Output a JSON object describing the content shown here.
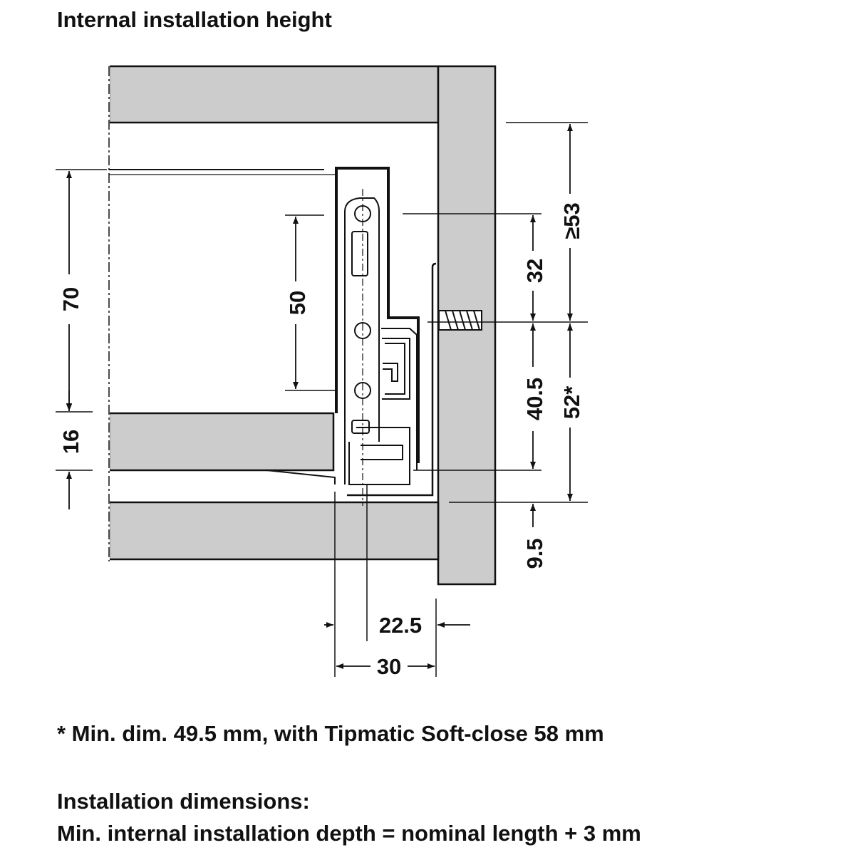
{
  "title": "Internal installation height",
  "dimensions": {
    "d70": "70",
    "d16": "16",
    "d50": "50",
    "d32": "32",
    "d53": "≥53",
    "d40_5": "40.5",
    "d52": "52*",
    "d9_5": "9.5",
    "d22_5": "22.5",
    "d30": "30"
  },
  "footnote": "* Min. dim. 49.5 mm, with Tipmatic Soft-close 58 mm",
  "installation": {
    "heading": "Installation dimensions:",
    "line": "Min. internal installation depth = nominal length + 3 mm"
  },
  "colors": {
    "panel": "#cccccc",
    "line": "#111111"
  }
}
